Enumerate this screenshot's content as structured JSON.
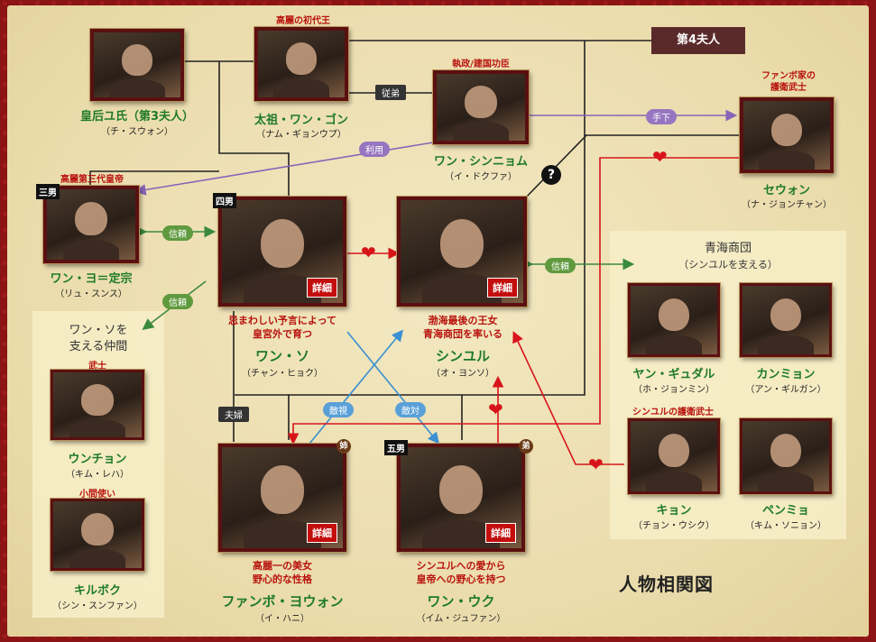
{
  "title": "人物相関図",
  "fourth_wife": "第4夫人",
  "characters": {
    "queen": {
      "name": "皇后ユ氏（第3夫人）",
      "actor": "（チ・スウォン）"
    },
    "taejo": {
      "role": "高麗の初代王",
      "name": "太祖・ワン・ゴン",
      "actor": "（ナム・ギョンウプ）"
    },
    "sinnyeom": {
      "role": "執政/建国功臣",
      "name": "ワン・シンニョム",
      "actor": "（イ・ドクファ）"
    },
    "sewon": {
      "role": "ファンボ家の\n護衛武士",
      "name": "セウォン",
      "actor": "（ナ・ジョンチャン）"
    },
    "jeongjong": {
      "role": "高麗第三代皇帝",
      "tag": "三男",
      "name": "ワン・ヨ＝定宗",
      "actor": "（リュ・スンス）"
    },
    "wangso": {
      "tag": "四男",
      "desc": "忌まわしい予言によって\n皇宮外で育つ",
      "name": "ワン・ソ",
      "actor": "（チャン・ヒョク）"
    },
    "sinyul": {
      "desc": "渤海最後の王女\n青海商団を率いる",
      "name": "シンユル",
      "actor": "（オ・ヨンソ）"
    },
    "yeowon": {
      "tag": "姉",
      "desc": "高麗一の美女\n野心的な性格",
      "name": "ファンボ・ヨウォン",
      "actor": "（イ・ハニ）"
    },
    "wook": {
      "tag": "五男",
      "tag2": "弟",
      "desc": "シンユルへの愛から\n皇帝への野心を持つ",
      "name": "ワン・ウク",
      "actor": "（イム・ジュファン）"
    },
    "eunchun": {
      "role": "武士",
      "name": "ウンチョン",
      "actor": "（キム・レハ）"
    },
    "gilbok": {
      "role": "小間使い",
      "name": "キルボク",
      "actor": "（シン・スンファン）"
    },
    "gyudal": {
      "name": "ヤン・ギュダル",
      "actor": "（ホ・ジョンミン）"
    },
    "kangmyung": {
      "name": "カンミョン",
      "actor": "（アン・ギルガン）"
    },
    "kang": {
      "role": "シンユルの護衛武士",
      "name": "キョン",
      "actor": "（チョン・ウシク）"
    },
    "baengmyo": {
      "name": "ペンミョ",
      "actor": "（キム・ソニョン）"
    }
  },
  "groups": {
    "wangso_allies": "ワン・ソを\n支える仲間",
    "cheonghae": "青海商団",
    "cheonghae_sub": "（シンユルを支える）"
  },
  "relations": {
    "jubeop": "従弟",
    "subordinate": "手下",
    "use": "利用",
    "trust1": "信頼",
    "trust2": "信頼",
    "trust3": "信頼",
    "hostile1": "敵視",
    "hostile2": "敵対",
    "couple": "夫婦",
    "question": "?"
  },
  "detail_label": "詳細"
}
